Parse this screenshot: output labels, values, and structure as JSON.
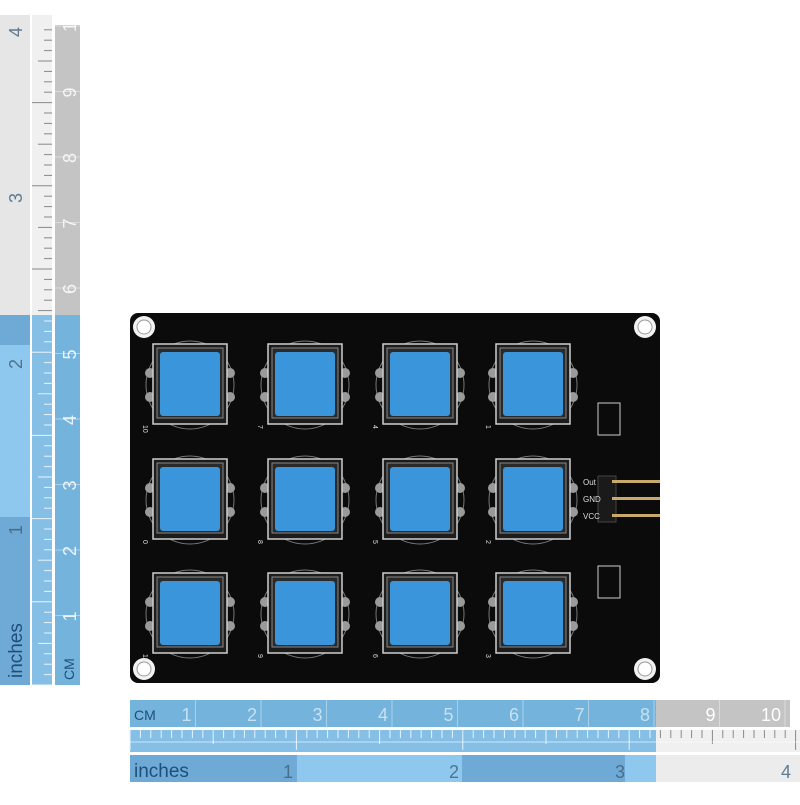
{
  "rulers": {
    "unit_cm": "CM",
    "unit_inches": "inches",
    "cm_labels": [
      "1",
      "2",
      "3",
      "4",
      "5",
      "6",
      "7",
      "8",
      "9",
      "10"
    ],
    "inch_labels": [
      "1",
      "2",
      "3",
      "4"
    ]
  },
  "keypad": {
    "button_labels": [
      [
        "10",
        "7",
        "4",
        "1"
      ],
      [
        "0",
        "8",
        "5",
        "2"
      ],
      [
        "11",
        "9",
        "6",
        "3"
      ]
    ],
    "header_pins": [
      "Out",
      "GND",
      "VCC"
    ],
    "colors": {
      "board": "#0b0b0b",
      "button": "#3b95da",
      "ruler_blue": "#74b3dc",
      "ruler_gray": "#c4c4c4"
    }
  }
}
